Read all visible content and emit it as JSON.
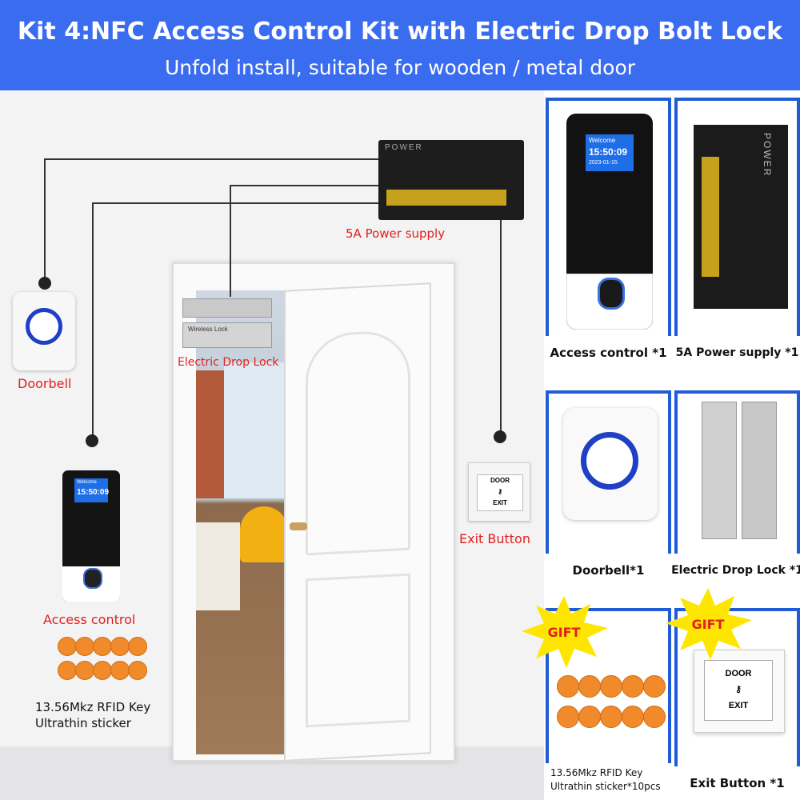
{
  "header": {
    "title": "Kit 4:NFC Access Control Kit with Electric Drop Bolt Lock",
    "subtitle": "Unfold install, suitable for wooden / metal door"
  },
  "scene": {
    "power_supply_label": "5A Power supply",
    "drop_lock_label": "Electric Drop Lock",
    "doorbell_label": "Doorbell",
    "exit_button_label": "Exit Button",
    "access_control_label": "Access control",
    "rfid_label_line1": "13.56Mkz RFID Key",
    "rfid_label_line2": "Ultrathin sticker",
    "keypad_time": "15:50:09",
    "keypad_welcome": "Welcome",
    "power_panel_text": "POWER",
    "drop_lock_text": "Wireless Lock",
    "exit_door": "DOOR",
    "exit_exit": "EXIT"
  },
  "tiles": {
    "access": {
      "label": "Access control *1",
      "time": "15:50:09",
      "date": "2023-01-15",
      "welcome": "Welcome"
    },
    "power": {
      "label": "5A Power supply *1",
      "power_text": "POWER"
    },
    "doorbell": {
      "label": "Doorbell*1"
    },
    "lock": {
      "label": "Electric Drop Lock *1"
    },
    "rfid": {
      "label_line1": "13.56Mkz RFID Key",
      "label_line2": "Ultrathin sticker*10pcs"
    },
    "exit": {
      "label": "Exit Button *1",
      "door": "DOOR",
      "exit": "EXIT"
    }
  },
  "badges": {
    "gift1": "GIFT",
    "gift2": "GIFT"
  },
  "colors": {
    "header_blue": "#3a6cf0",
    "tile_blue": "#1f5cd6",
    "label_red": "#e0201e",
    "sticker_orange": "#f08a2a",
    "gift_yellow": "#ffe600"
  }
}
